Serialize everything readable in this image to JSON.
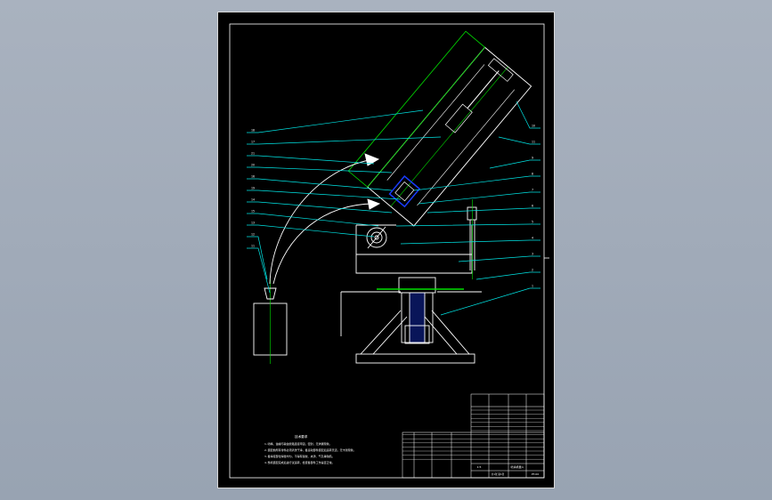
{
  "viewer": {
    "background_top": "#a9b2bf",
    "background_bottom": "#98a3b2"
  },
  "drawing": {
    "sheet_background": "#000000",
    "line_colors": {
      "outline": "#ffffff",
      "leader": "#00e5e5",
      "center": "#00e000",
      "hidden": "#1a3cff",
      "accent": "#ff4040",
      "annotation": "#ffffff"
    },
    "notes": {
      "title": "技术要求",
      "lines": [
        "1.喷嘴、油罐与输油管路连接牢固，密封，无渗漏现象。",
        "2.装配前所有零件必须清洗干净，各运动部件装配后运转灵活，无卡滞现象。",
        "3.各焊接部位焊缝均匀，不得有裂纹、夹渣、气孔等缺陷。",
        "4.整机装配完成后进行试运转，检查各部件工作是否正常。"
      ]
    },
    "left_balloons": [
      "18",
      "17",
      "21",
      "20",
      "16",
      "19",
      "14",
      "15",
      "13",
      "12",
      "11"
    ],
    "right_balloons": [
      "10",
      "11",
      "9",
      "8",
      "7",
      "6",
      "5",
      "4",
      "3",
      "2",
      "1"
    ],
    "title_block": {
      "drawing_name": "喷涂机器人",
      "drawing_number": "PT-00",
      "scale": "1:5",
      "sheet": "共1张 第1张"
    }
  }
}
